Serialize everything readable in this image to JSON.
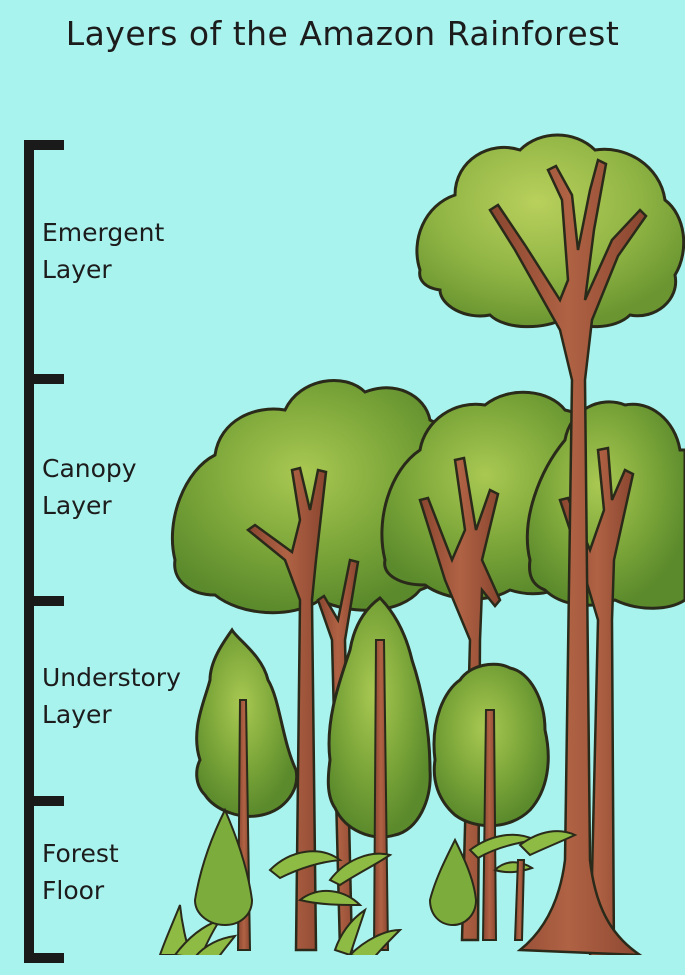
{
  "title": "Layers of the Amazon Rainforest",
  "layers": [
    {
      "name": "emergent-layer",
      "line1": "Emergent",
      "line2": "Layer"
    },
    {
      "name": "canopy-layer",
      "line1": "Canopy",
      "line2": "Layer"
    },
    {
      "name": "understory-layer",
      "line1": "Understory",
      "line2": "Layer"
    },
    {
      "name": "forest-floor",
      "line1": "Forest",
      "line2": "Floor"
    }
  ],
  "colors": {
    "sky": "#a9f3ee",
    "bracket": "#1a1a1a",
    "leaf_dark": "#5c8a2a",
    "leaf_mid": "#7aa63a",
    "leaf_light": "#9dbf48",
    "bark": "#a4583a",
    "bark_dark": "#6e3a24",
    "outline": "#2a2a1a"
  },
  "icons": [
    "scale-bracket",
    "tree-illustration",
    "fern-icon"
  ]
}
